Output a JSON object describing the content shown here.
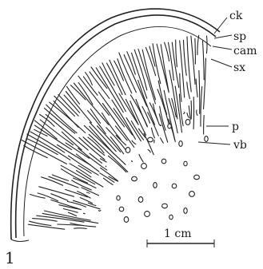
{
  "figure": {
    "number": "1",
    "labels": {
      "ck": "ck",
      "sp": "sp",
      "cam": "cam",
      "sx": "sx",
      "p": "p",
      "vb": "vb"
    },
    "scale_bar": {
      "label": "1 cm"
    }
  }
}
